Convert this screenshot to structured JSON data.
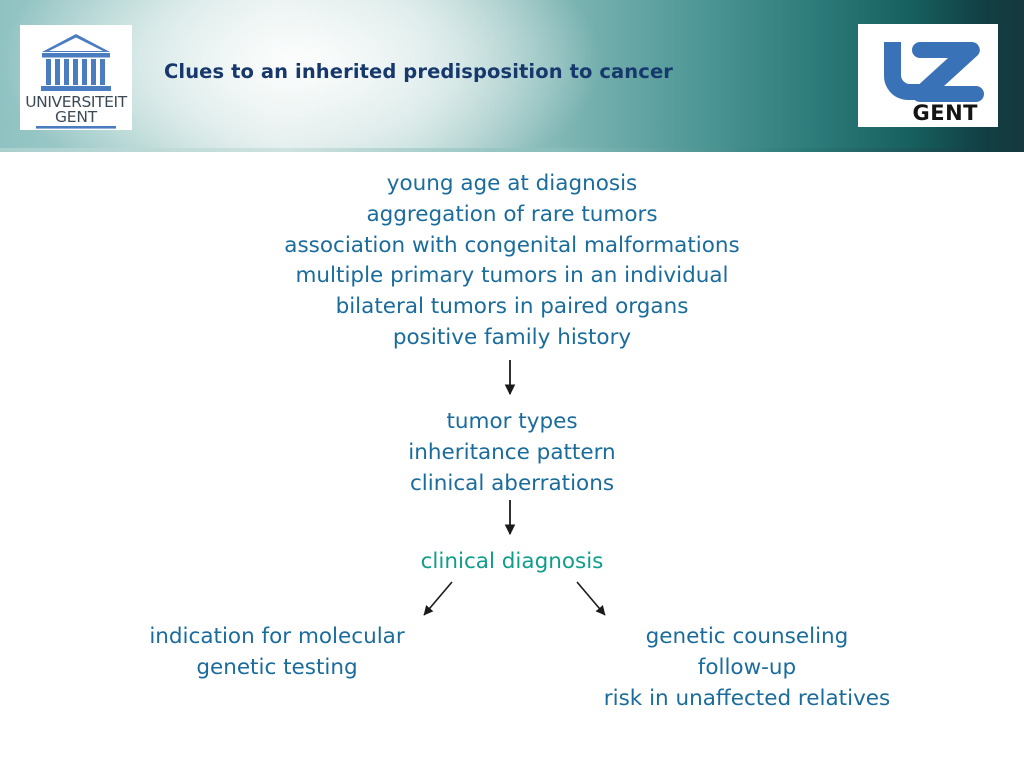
{
  "header": {
    "title": "Clues to an inherited predisposition to cancer",
    "title_color": "#16386c",
    "banner_gradient_left": "#8fc2c2",
    "banner_gradient_highlight": "#cfe2df",
    "banner_gradient_right": "#15393d",
    "left_logo": {
      "name": "universiteit-gent-logo",
      "line1": "UNIVERSITEIT",
      "line2": "GENT",
      "color": "#3f6fb5",
      "text_color": "#3c4a56"
    },
    "right_logo": {
      "name": "uz-gent-logo",
      "mark": "UZ",
      "caption": "GENT",
      "mark_color": "#3a72b8",
      "caption_color": "#1a1a1a"
    }
  },
  "diagram": {
    "type": "flowchart",
    "body_text_color": "#1a6c9c",
    "accent_text_color": "#0f9e8b",
    "arrow_color": "#1a1a1a",
    "nodes": [
      {
        "id": "clues",
        "role": "clue-list",
        "color": "#1a6c9c",
        "lines": [
          "young age at diagnosis",
          "aggregation of rare tumors",
          "association with congenital malformations",
          "multiple primary tumors in an individual",
          "bilateral tumors in paired organs",
          "positive family history"
        ]
      },
      {
        "id": "assessment",
        "role": "assessment-list",
        "color": "#1a6c9c",
        "lines": [
          "tumor types",
          "inheritance pattern",
          "clinical aberrations"
        ]
      },
      {
        "id": "clinical-diagnosis",
        "role": "diagnosis",
        "color": "#0f9e8b",
        "lines": [
          "clinical diagnosis"
        ]
      },
      {
        "id": "molecular-testing",
        "role": "outcome-left",
        "color": "#1a6c9c",
        "lines": [
          "indication for molecular",
          "genetic testing"
        ]
      },
      {
        "id": "counseling",
        "role": "outcome-right",
        "color": "#1a6c9c",
        "lines": [
          "genetic counseling",
          "follow-up",
          "risk in unaffected relatives"
        ]
      }
    ],
    "edges": [
      {
        "from": "clues",
        "to": "assessment",
        "style": "vertical-arrow"
      },
      {
        "from": "assessment",
        "to": "clinical-diagnosis",
        "style": "vertical-arrow"
      },
      {
        "from": "clinical-diagnosis",
        "to": "molecular-testing",
        "style": "diagonal-arrow-left"
      },
      {
        "from": "clinical-diagnosis",
        "to": "counseling",
        "style": "diagonal-arrow-right"
      }
    ]
  }
}
